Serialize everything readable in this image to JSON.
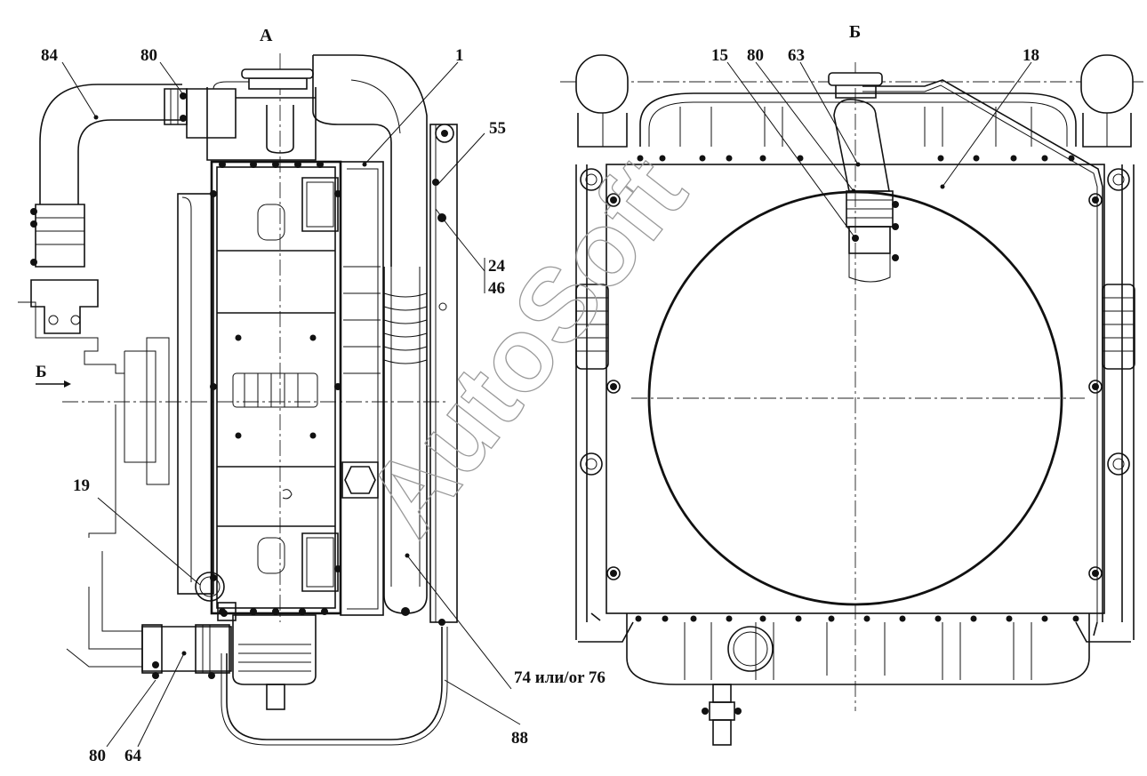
{
  "views": {
    "left_title": "А",
    "right_title": "Б",
    "section_marker": "Б"
  },
  "callouts_left": {
    "c84": "84",
    "c80_top": "80",
    "c1": "1",
    "c55": "55",
    "c24": "24",
    "c46": "46",
    "c19": "19",
    "c80_bottom": "80",
    "c64": "64",
    "c88": "88",
    "c74_76": "74 или/or 76"
  },
  "callouts_right": {
    "c15": "15",
    "c80": "80",
    "c63": "63",
    "c18": "18"
  },
  "watermark": "AutoSoft"
}
